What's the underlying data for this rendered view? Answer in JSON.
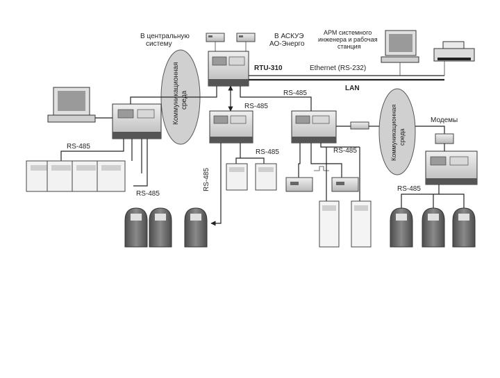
{
  "labels": {
    "central": [
      "В центральную",
      "систему"
    ],
    "askue": [
      "В АСКУЭ",
      "АО-Энерго"
    ],
    "arm": [
      "АРМ системного",
      "инженера и рабочая",
      "станция"
    ],
    "rtu": "RTU-310",
    "ethernet": "Ethernet (RS-232)",
    "lan": "LAN",
    "comm_left": [
      "Коммуникационная",
      "среда"
    ],
    "comm_right": [
      "Коммуникационная",
      "среда"
    ],
    "modems": "Модемы",
    "rs485": "RS-485"
  },
  "colors": {
    "device_light": "#e6e6e6",
    "device_mid": "#bdbdbd",
    "device_dark": "#6e6e6e",
    "meter_dark": "#5a5a5a",
    "line": "#222222"
  }
}
